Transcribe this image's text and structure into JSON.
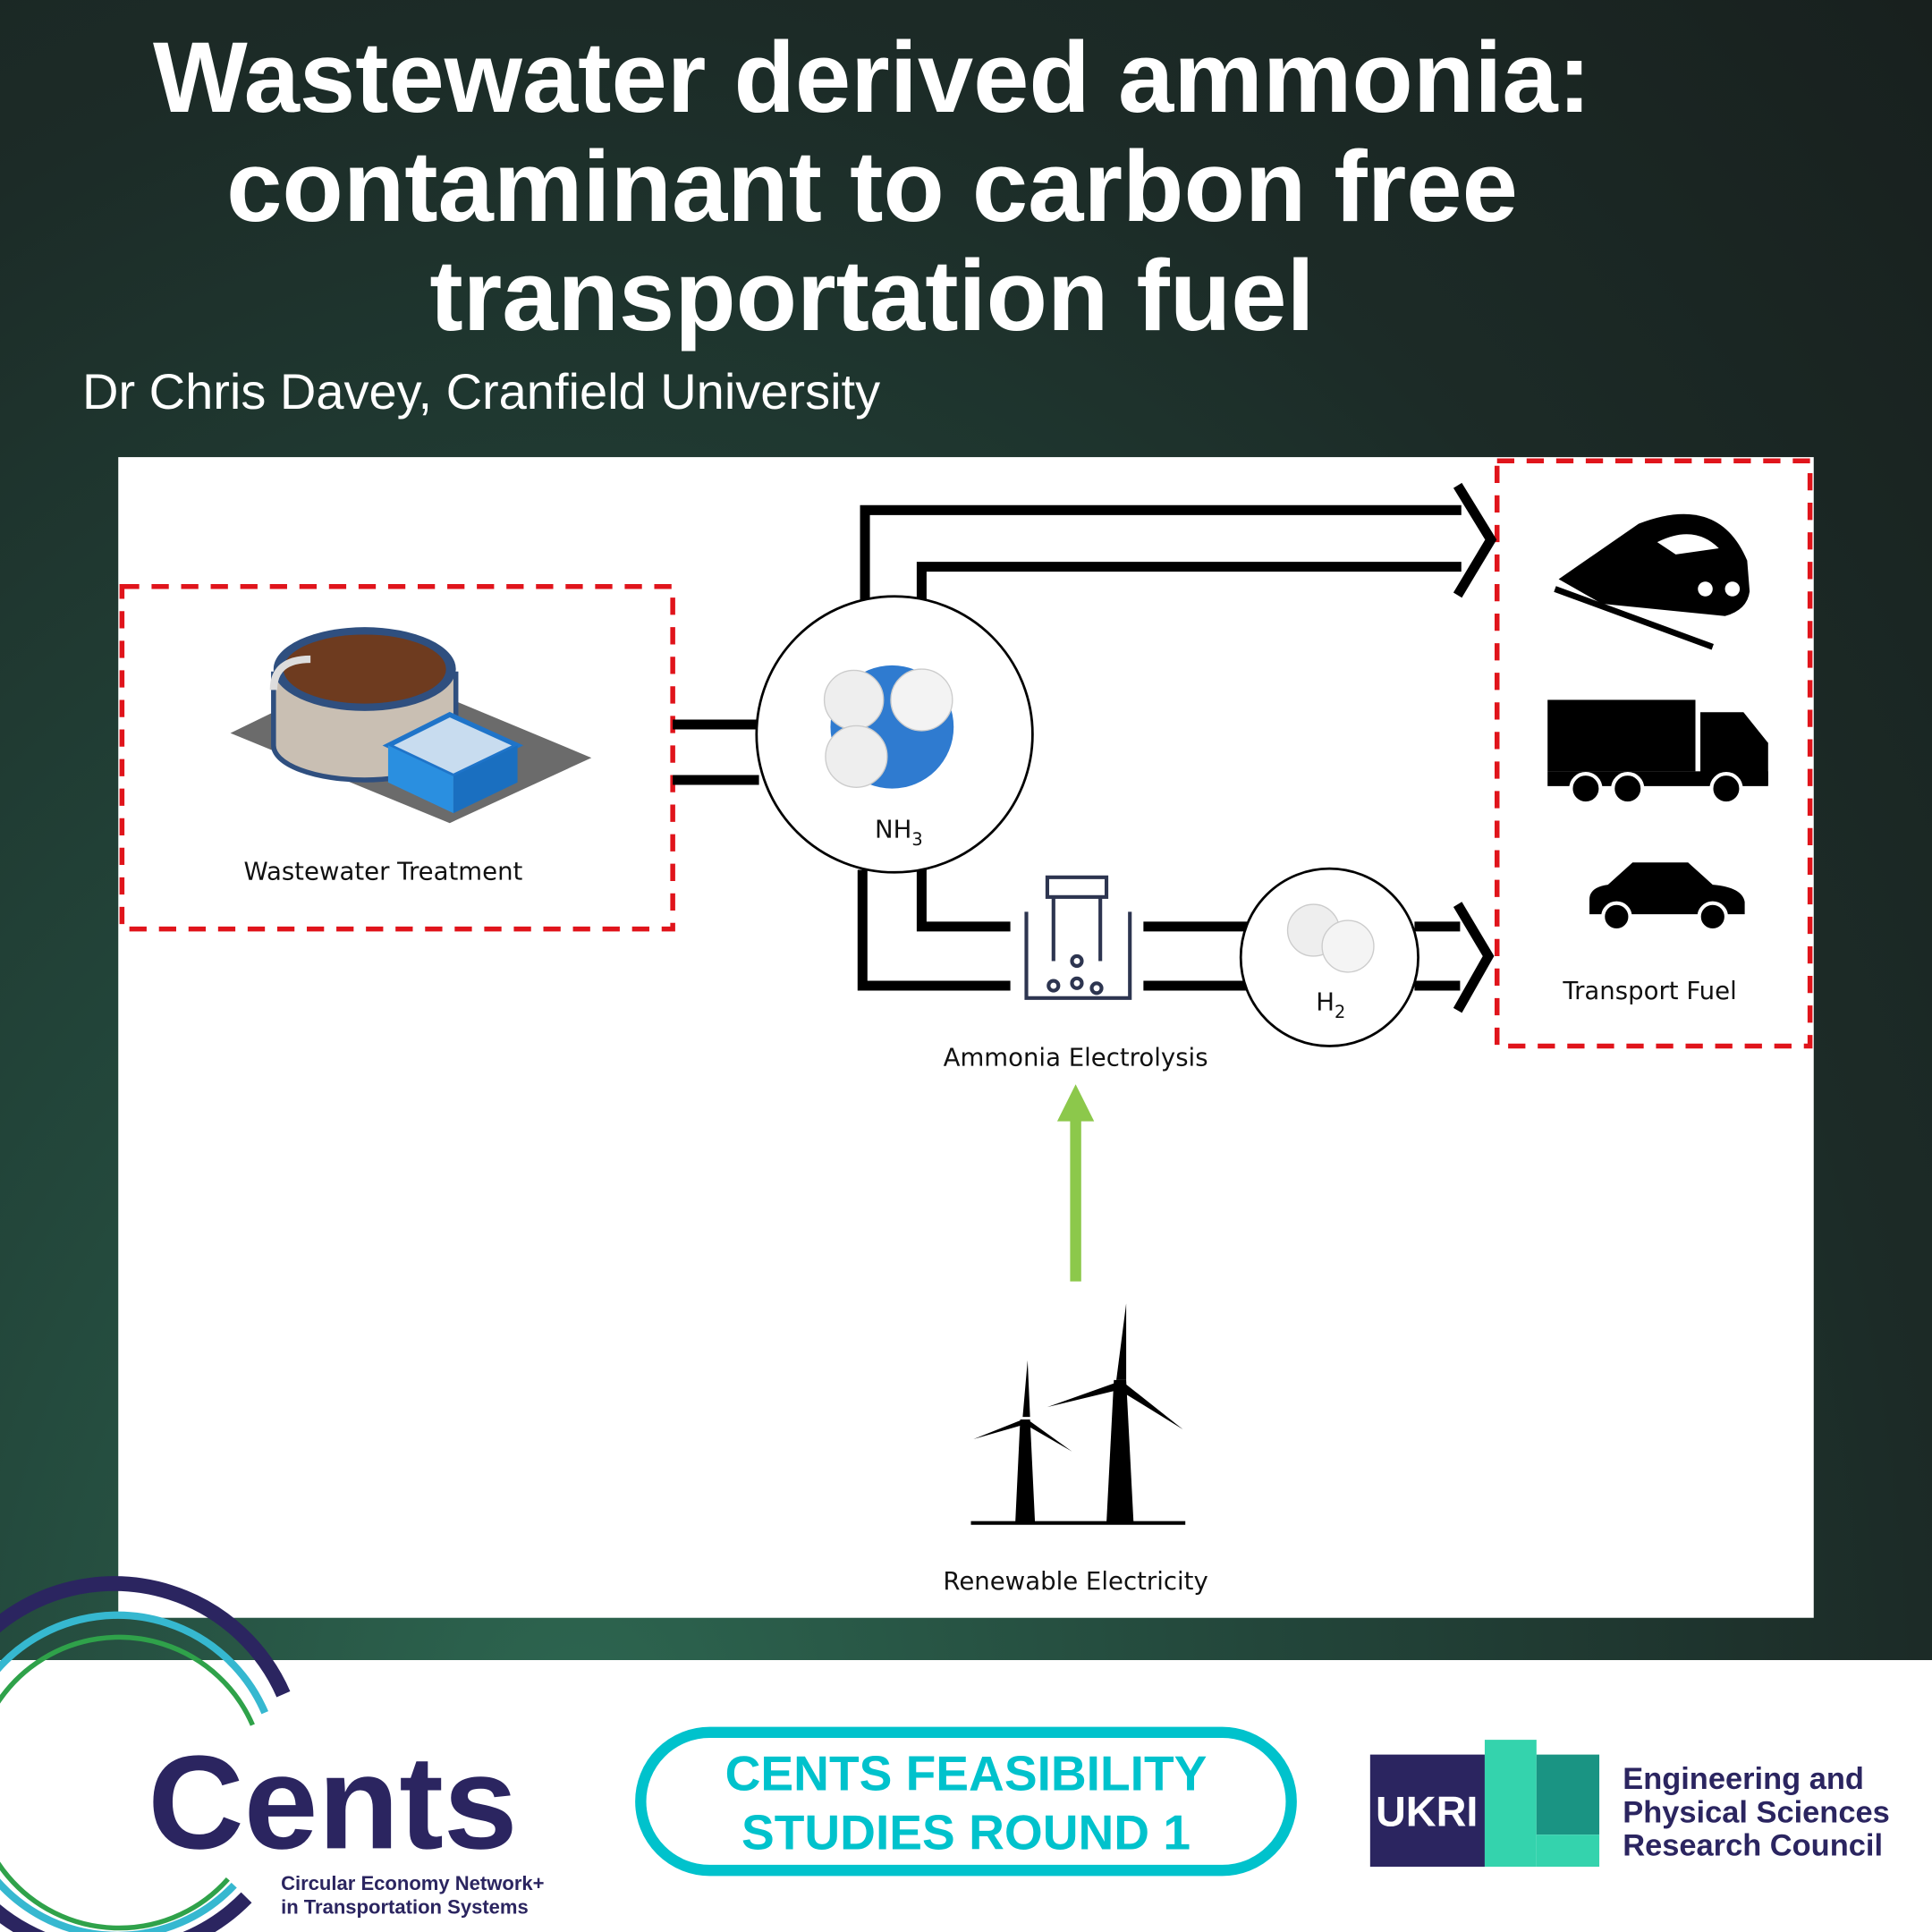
{
  "header": {
    "title_lines": [
      "Wastewater derived ammonia:",
      "contaminant to carbon free",
      "transportation fuel"
    ],
    "subtitle": "Dr Chris Davey, Cranfield University"
  },
  "diagram": {
    "wastewater_label": "Wastewater Treatment",
    "nh3": {
      "base": "NH",
      "sub": "3"
    },
    "h2": {
      "base": "H",
      "sub": "2"
    },
    "electrolysis_label": "Ammonia Electrolysis",
    "renewable_label": "Renewable Electricity",
    "transport_label": "Transport Fuel"
  },
  "footer": {
    "cents_logo": "Cents",
    "cents_tagline": [
      "Circular Economy Network+",
      "in Transportation Systems"
    ],
    "badge_lines": [
      "CENTS FEASIBILITY",
      "STUDIES ROUND 1"
    ],
    "ukri_logo": "UKRI",
    "epsrc_lines": [
      "Engineering and",
      "Physical Sciences",
      "Research Council"
    ]
  },
  "colors": {
    "red_dash": "#e0141b",
    "green_arrow": "#8cc84b",
    "cyan": "#00c2cc",
    "navy": "#2b2560",
    "ukri_green": "#34d3ad"
  }
}
